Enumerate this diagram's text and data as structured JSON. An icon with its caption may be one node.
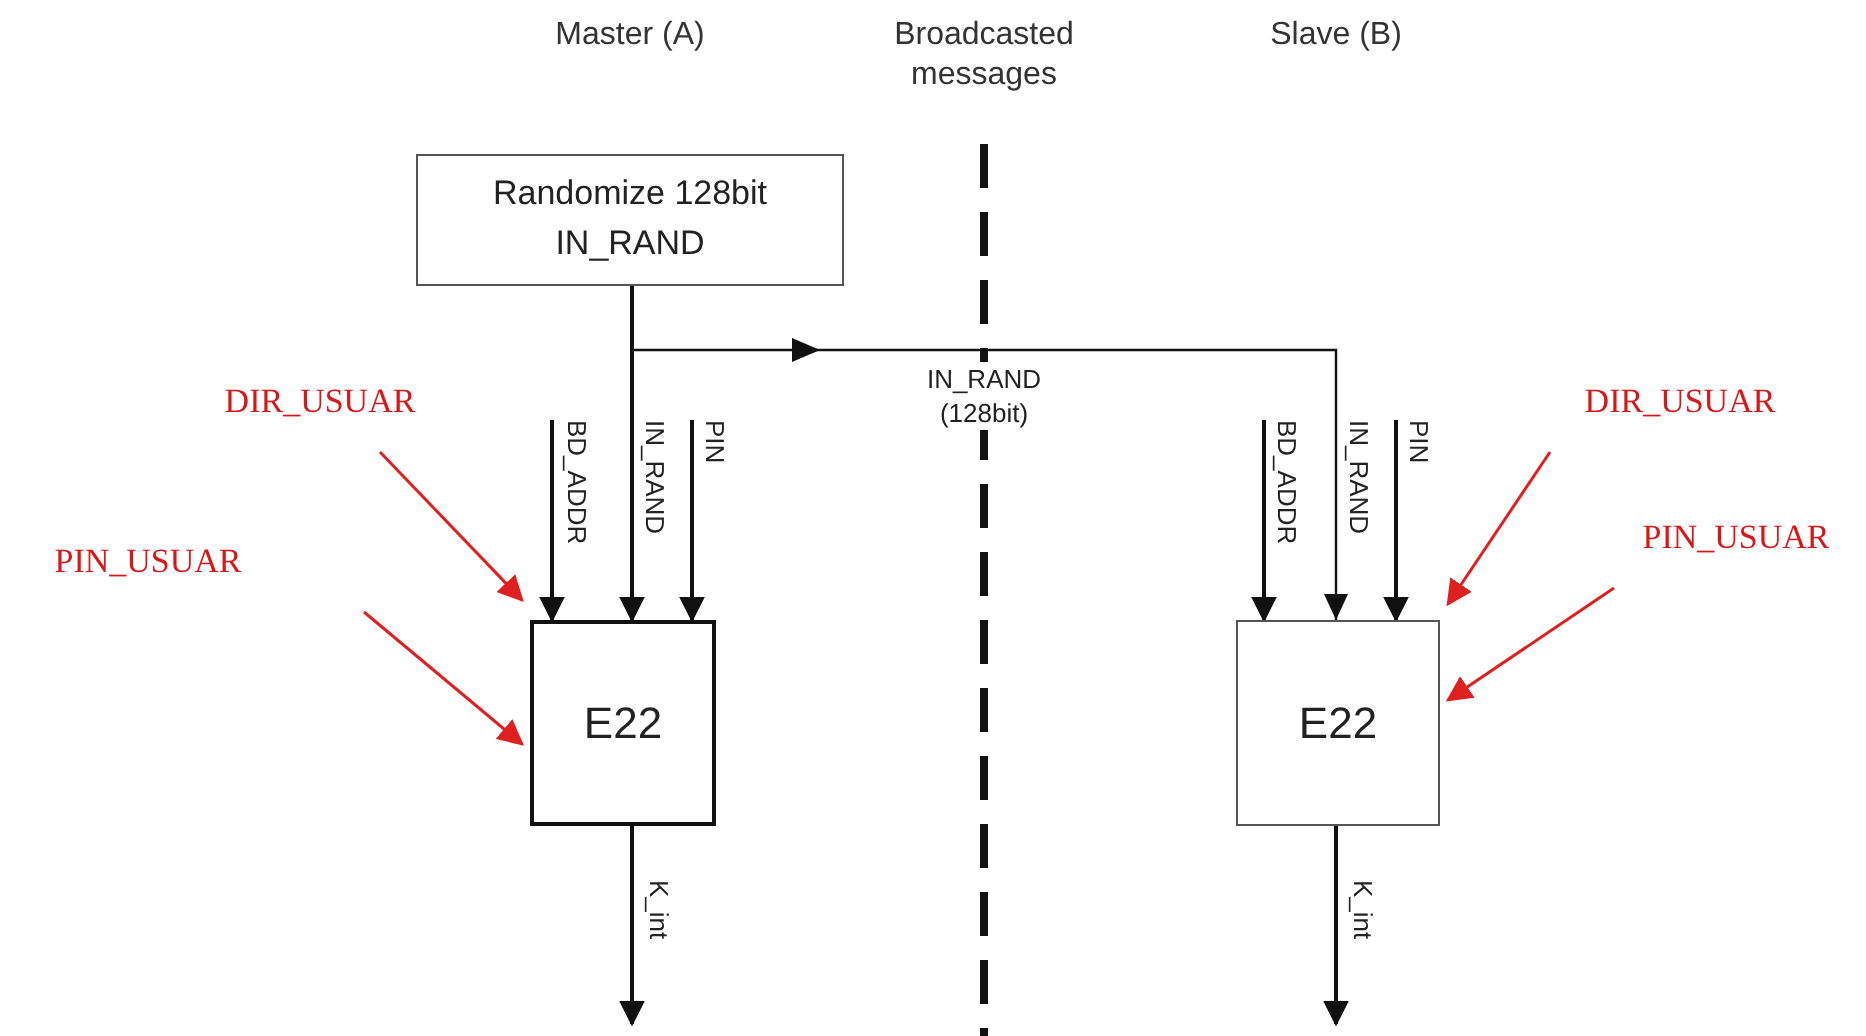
{
  "diagram": {
    "nodes": [
      {
        "text": [
          "Randomize 128bit",
          "IN_RAND"
        ]
      },
      {
        "text": [
          "E22"
        ]
      },
      {
        "text": [
          "E22"
        ]
      },
      {
        "text": [
          "DIR_USUAR"
        ]
      },
      {
        "text": [
          "PIN_USUAR"
        ]
      },
      {
        "text": [
          "DIR_USUAR"
        ]
      },
      {
        "text": [
          "PIN_USUAR"
        ]
      }
    ],
    "edges": [
      {
        "from": 0,
        "to": 1,
        "arrow": "to",
        "label": "IN_RAND"
      },
      {
        "from": 0,
        "to": 2,
        "arrow": "to",
        "label": "IN_RAND (128bit)"
      },
      {
        "from": null,
        "to": 1,
        "arrow": "to",
        "label": "BD_ADDR"
      },
      {
        "from": null,
        "to": 1,
        "arrow": "to",
        "label": "PIN"
      },
      {
        "from": 1,
        "to": null,
        "arrow": "to",
        "label": "K_int"
      },
      {
        "from": null,
        "to": 2,
        "arrow": "to",
        "label": "BD_ADDR"
      },
      {
        "from": null,
        "to": 2,
        "arrow": "to",
        "label": "PIN"
      },
      {
        "from": 2,
        "to": null,
        "arrow": "to",
        "label": "K_int"
      },
      {
        "from": 3,
        "to": 1,
        "arrow": "to",
        "color": "#e02020"
      },
      {
        "from": 4,
        "to": 1,
        "arrow": "to",
        "color": "#e02020"
      },
      {
        "from": 5,
        "to": 2,
        "arrow": "to",
        "color": "#e02020"
      },
      {
        "from": 6,
        "to": 2,
        "arrow": "to",
        "color": "#e02020"
      }
    ],
    "labels": [
      "Master (A)",
      "Broadcasted messages",
      "Slave (B)",
      "IN_RAND"
    ]
  }
}
